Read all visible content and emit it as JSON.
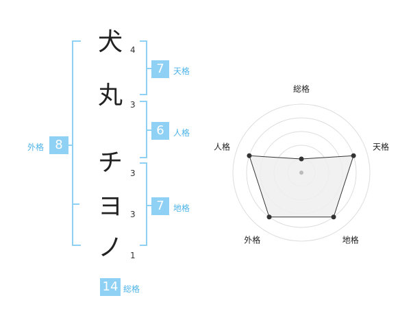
{
  "name": {
    "chars": [
      "犬",
      "丸",
      "チ",
      "ヨ",
      "ノ"
    ],
    "strokes": [
      "4",
      "3",
      "3",
      "3",
      "1"
    ]
  },
  "kakusu": {
    "tenkaku": {
      "value": "7",
      "label": "天格"
    },
    "jinkaku": {
      "value": "6",
      "label": "人格"
    },
    "chikaku": {
      "value": "7",
      "label": "地格"
    },
    "gaikaku": {
      "value": "8",
      "label": "外格"
    },
    "soukaku": {
      "value": "14",
      "label": "総格"
    }
  },
  "chart_data": {
    "type": "radar",
    "axes": [
      "総格",
      "天格",
      "地格",
      "外格",
      "人格"
    ],
    "values": [
      1,
      4,
      4,
      4,
      4
    ],
    "range": [
      0,
      5
    ],
    "rings": 5,
    "colors": {
      "fill": "#eeeeee",
      "line": "#333333",
      "grid": "#dddddd",
      "accent": "#8fd0f5"
    }
  }
}
